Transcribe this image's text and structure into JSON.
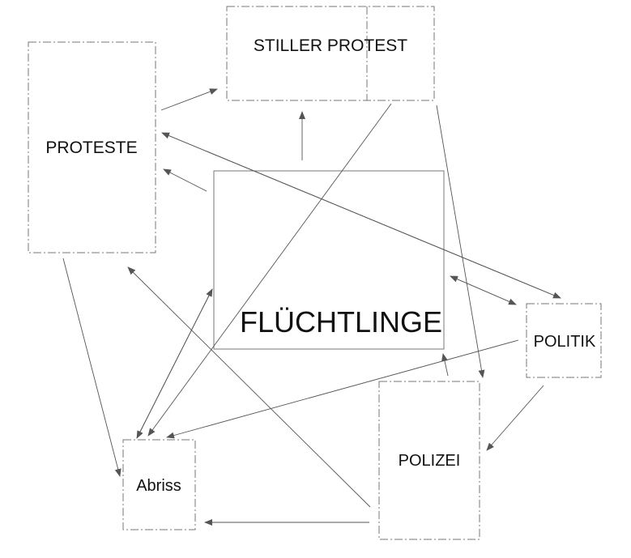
{
  "diagram": {
    "nodes": {
      "stiller_protest": "STILLER PROTEST",
      "proteste": "PROTESTE",
      "fluechtlinge": "FLÜCHTLINGE",
      "politik": "POLITIK",
      "polizei": "POLIZEI",
      "abriss": "Abriss"
    }
  },
  "colors": {
    "line": "#555555",
    "text": "#111111",
    "background": "#ffffff"
  }
}
